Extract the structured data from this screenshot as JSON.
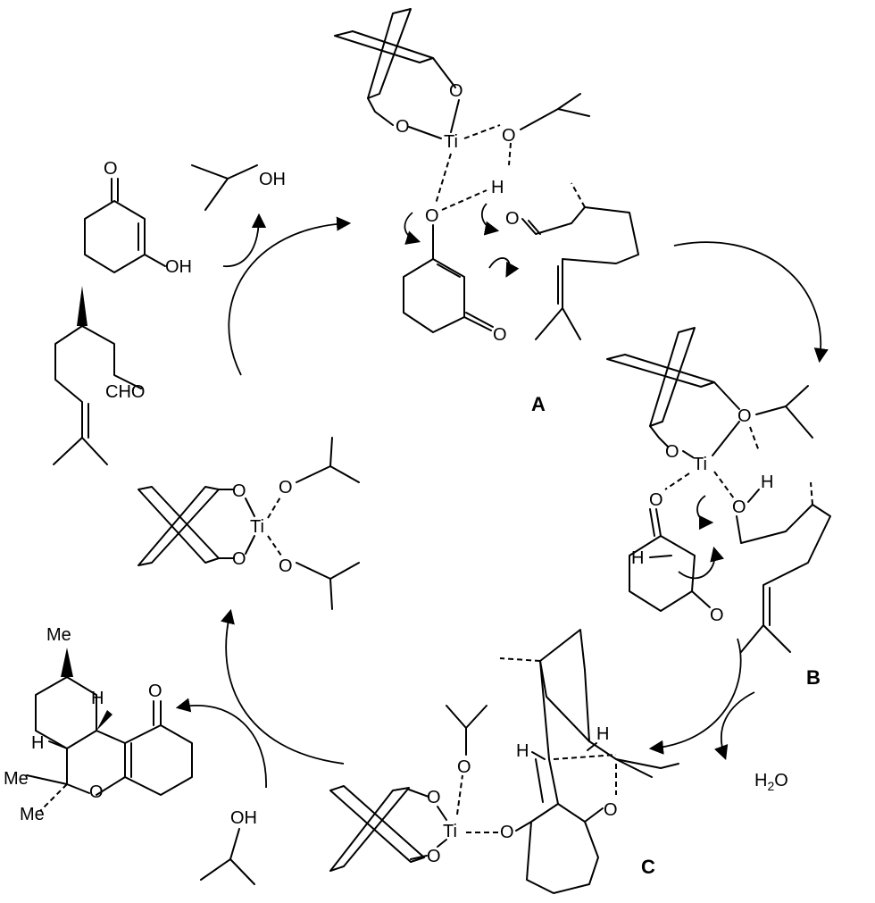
{
  "labels": {
    "A": "A",
    "B": "B",
    "C": "C"
  },
  "atoms": {
    "O": "O",
    "Ti": "Ti",
    "H": "H",
    "OH": "OH",
    "CHO": "CHO",
    "Me": "Me",
    "H2O_main": "H",
    "H2O_sub": "2",
    "H2O_end": "O"
  }
}
